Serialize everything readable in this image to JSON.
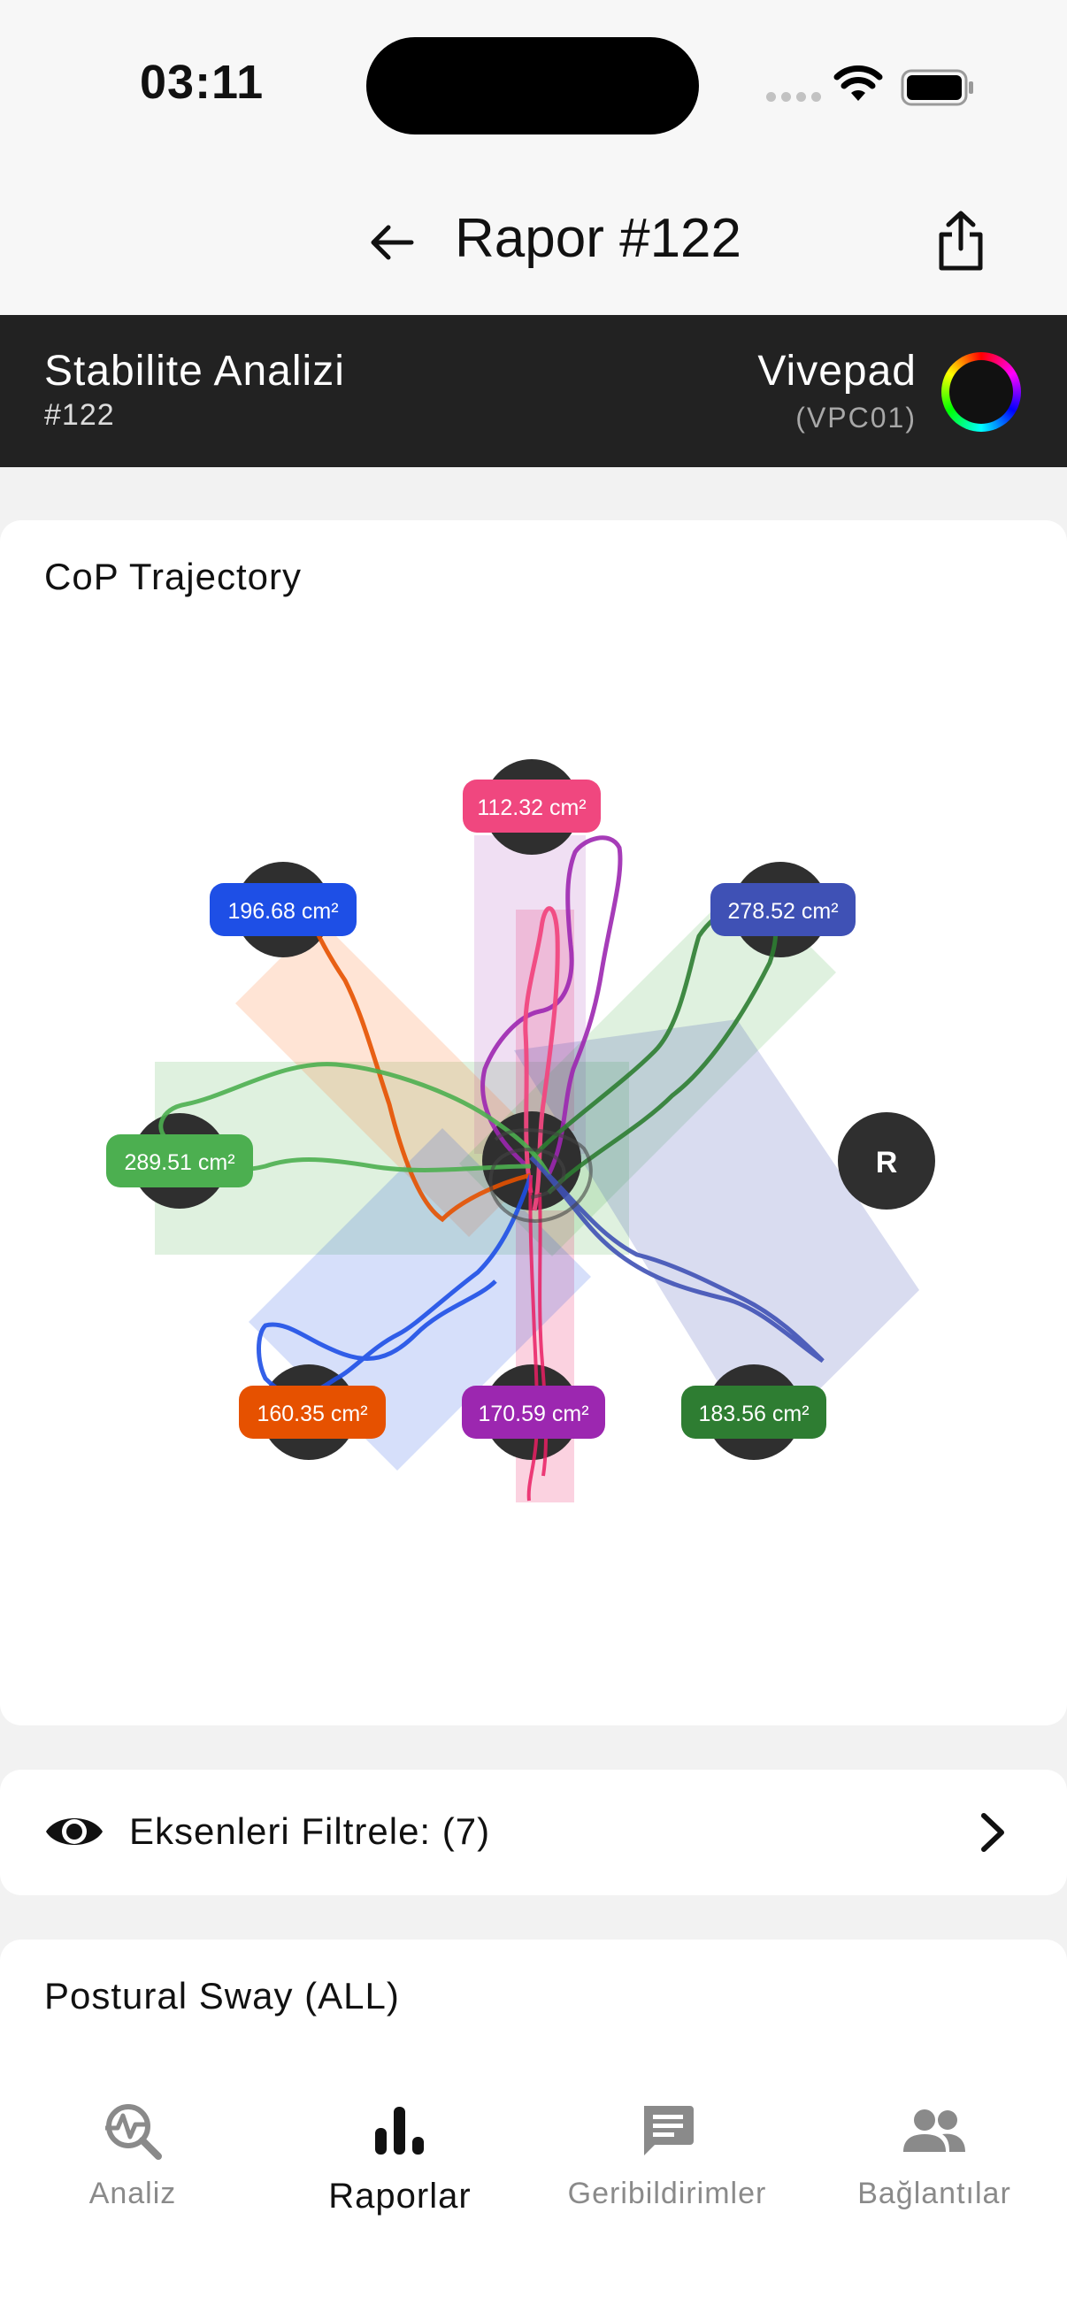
{
  "status_bar": {
    "time": "03:11"
  },
  "header": {
    "title": "Rapor #122"
  },
  "banner": {
    "title": "Stabilite Analizi",
    "subtitle": "#122",
    "device_name": "Vivepad",
    "device_id": "(VPC01)"
  },
  "cop_card": {
    "title": "CoP Trajectory",
    "reference_label": "R",
    "area_labels": [
      {
        "direction": "N",
        "text": "112.32 cm²",
        "color": "#f0477f"
      },
      {
        "direction": "NW",
        "text": "196.68 cm²",
        "color": "#1e4fe6"
      },
      {
        "direction": "NE",
        "text": "278.52 cm²",
        "color": "#3f51b5"
      },
      {
        "direction": "W",
        "text": "289.51 cm²",
        "color": "#4caf50"
      },
      {
        "direction": "SW",
        "text": "160.35 cm²",
        "color": "#e65100"
      },
      {
        "direction": "S",
        "text": "170.59 cm²",
        "color": "#9c27b0"
      },
      {
        "direction": "SE",
        "text": "183.56 cm²",
        "color": "#2e7d32"
      }
    ]
  },
  "filter": {
    "label": "Eksenleri Filtrele: (7)"
  },
  "postural_sway": {
    "title": "Postural Sway (ALL)"
  },
  "tabs": [
    {
      "label": "Analiz",
      "icon": "analysis-icon",
      "active": false
    },
    {
      "label": "Raporlar",
      "icon": "bar-chart-icon",
      "active": true
    },
    {
      "label": "Geribildirimler",
      "icon": "feedback-icon",
      "active": false
    },
    {
      "label": "Bağlantılar",
      "icon": "people-icon",
      "active": false
    }
  ]
}
